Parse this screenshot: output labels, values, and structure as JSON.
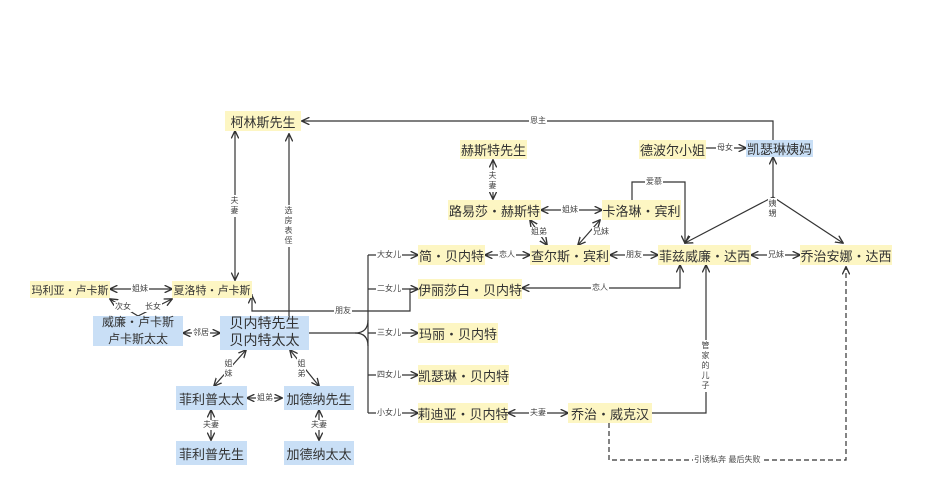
{
  "nodes": {
    "collins": "柯林斯先生",
    "hurst": "赫斯特先生",
    "debourgh_daughter": "德波尔小姐",
    "lady_catherine": "凯瑟琳姨妈",
    "louisa": "路易莎・赫斯特",
    "caroline": "卡洛琳・宾利",
    "jane": "简・贝内特",
    "bingley": "查尔斯・宾利",
    "darcy": "菲兹威廉・达西",
    "georgiana": "乔治安娜・达西",
    "maria_lucas": "玛利亚・卢卡斯",
    "charlotte": "夏洛特・卢卡斯",
    "elizabeth": "伊丽莎白・贝内特",
    "sir_william": "威廉・卢卡斯",
    "lady_lucas": "卢卡斯太太",
    "mr_bennet": "贝内特先生",
    "mrs_bennet": "贝内特太太",
    "mary": "玛丽・贝内特",
    "kitty": "凯瑟琳・贝内特",
    "mrs_philips": "菲利普太太",
    "mr_gardiner": "加德纳先生",
    "lydia": "莉迪亚・贝内特",
    "wickham": "乔治・威克汉",
    "mr_philips": "菲利普先生",
    "mrs_gardiner": "加德纳太太"
  },
  "labels": {
    "patron": "恩主",
    "mother_daughter": "母女",
    "spouses_hurst": "夫妻",
    "admire": "爱慕",
    "aunt_nephew": "姨甥",
    "sisters_lc": "姐妹",
    "siblings_bc": "姐弟",
    "brother_sister_bc": "兄妹",
    "lovers_jb": "恋人",
    "friends_bd": "朋友",
    "brother_sister_dg": "兄妹",
    "lovers_ed": "恋人",
    "steward_son": "管家的儿子",
    "spouses_collins": "夫妻",
    "inheritor": "选房表侄",
    "sisters_lucas": "姐妹",
    "second_daughter": "次女",
    "eldest_daughter": "长女",
    "friends_ce": "朋友",
    "neighbors": "邻居",
    "eldest": "大女儿",
    "second": "二女儿",
    "third": "三女儿",
    "fourth": "四女儿",
    "youngest": "小女儿",
    "sisters_mrs_b": "姐妹",
    "siblings_mrs_b": "姐弟",
    "siblings_pg": "姐弟",
    "spouses_philips": "夫妻",
    "spouses_gardiner": "夫妻",
    "spouses_lw": "夫妻",
    "elope": "引诱私奔 最后失败"
  },
  "colors": {
    "yellow_node": "#fdf6c3",
    "blue_node": "#c9dff6",
    "line": "#333333"
  }
}
